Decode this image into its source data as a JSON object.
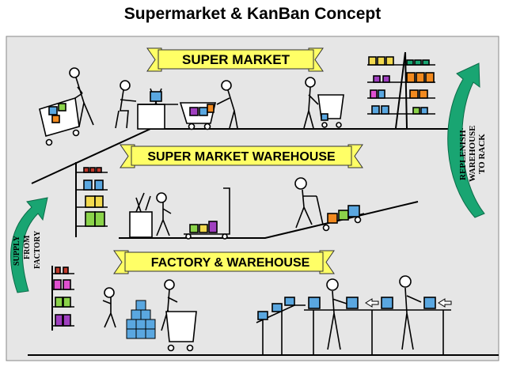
{
  "title": "Supermarket & KanBan Concept",
  "banners": {
    "supermarket": "SUPER MARKET",
    "warehouse": "SUPER MARKET WAREHOUSE",
    "factory": "FACTORY &  WAREHOUSE"
  },
  "side_labels": {
    "replenish": [
      "REPLENISH",
      "WAREHOUSE",
      "TO RACK"
    ],
    "supply": [
      "SUPPLY",
      "FROM",
      "FACTORY"
    ]
  },
  "colors": {
    "panel": "#e6e6e6",
    "banner": "#ffff66",
    "arrow": "#19a572",
    "box_blue": "#5aa7e0",
    "box_orange": "#f28a1f",
    "box_green": "#8bd34a",
    "box_purple": "#a040c0",
    "box_red": "#c0392b",
    "box_pink": "#e050d0",
    "box_yellow": "#f2d94e"
  },
  "icons": {
    "people": "stick-figure-person",
    "carts": "shopping-cart",
    "shelves": "storage-rack",
    "arrows": "left-arrow"
  }
}
